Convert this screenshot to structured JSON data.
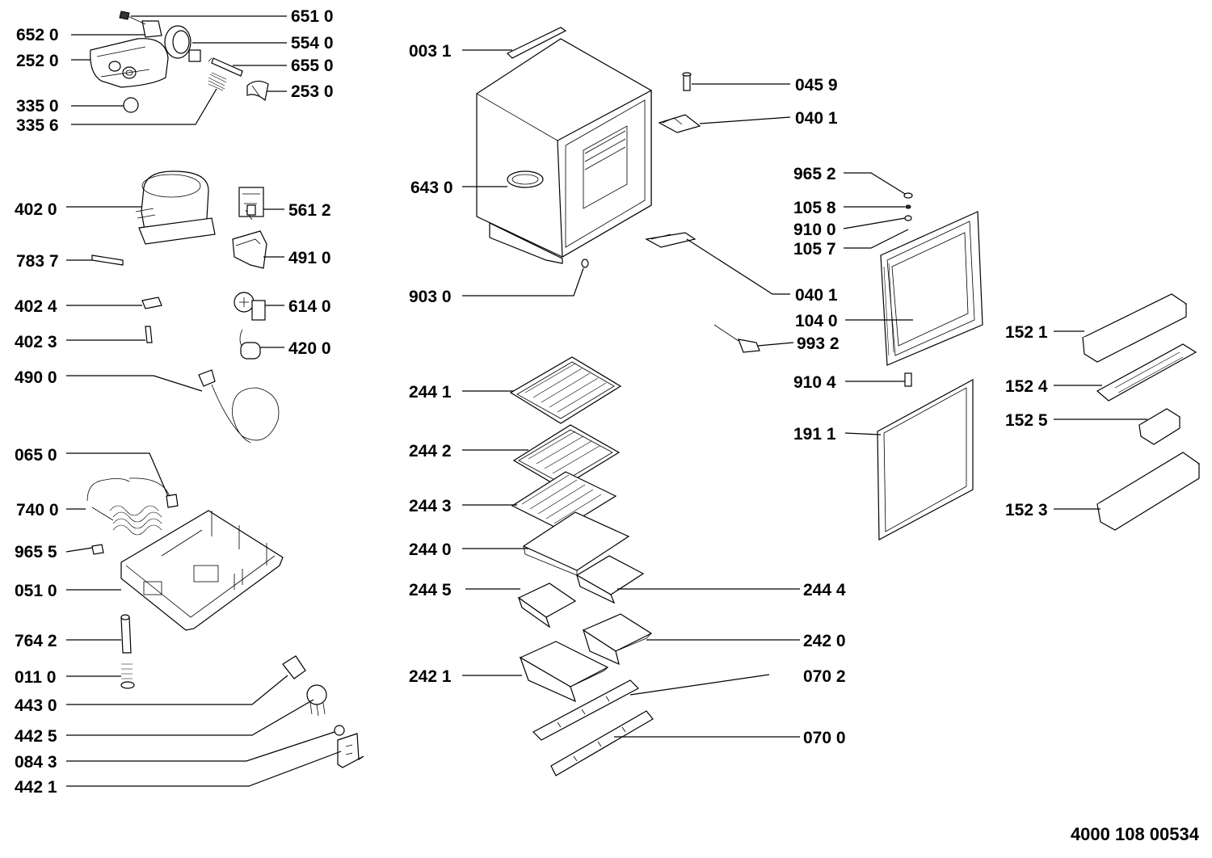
{
  "diagram": {
    "document_number": "4000 108 00534",
    "labels": [
      "651 0",
      "652 0",
      "554 0",
      "252 0",
      "655 0",
      "253 0",
      "335 0",
      "335 6",
      "402 0",
      "561 2",
      "491 0",
      "783 7",
      "402 4",
      "614 0",
      "402 3",
      "420 0",
      "490 0",
      "065 0",
      "740 0",
      "965 5",
      "051 0",
      "764 2",
      "011 0",
      "443 0",
      "442 5",
      "084 3",
      "442 1",
      "003 1",
      "643 0",
      "903 0",
      "244 1",
      "244 2",
      "244 3",
      "244 0",
      "244 5",
      "244 4",
      "242 0",
      "242 1",
      "070 2",
      "070 0",
      "045 9",
      "040 1",
      "965 2",
      "105 8",
      "910 0",
      "105 7",
      "040 1",
      "104 0",
      "993 2",
      "910 4",
      "191 1",
      "152 1",
      "152 4",
      "152 5",
      "152 3"
    ]
  }
}
